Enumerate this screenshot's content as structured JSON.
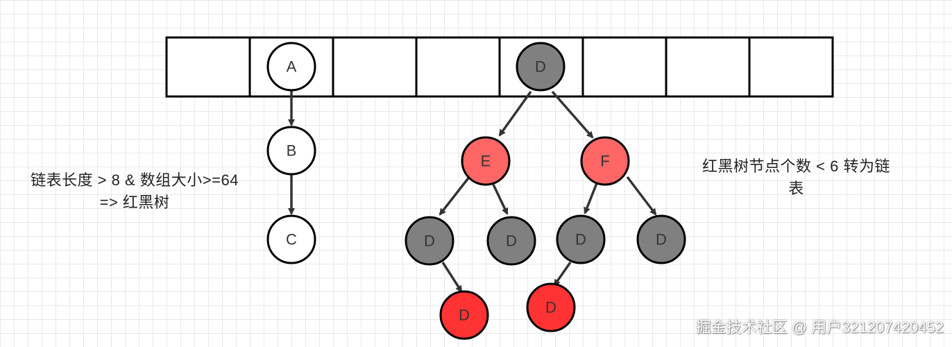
{
  "colors": {
    "black_node": "#808080",
    "red_node_light": "#ff6666",
    "red_node_dark": "#ff3333",
    "white_node": "#ffffff",
    "stroke": "#000000",
    "edge": "#333333"
  },
  "nodes": {
    "a": {
      "label": "A",
      "color": "white"
    },
    "b": {
      "label": "B",
      "color": "white"
    },
    "c": {
      "label": "C",
      "color": "white"
    },
    "root": {
      "label": "D",
      "color": "black"
    },
    "e": {
      "label": "E",
      "color": "red"
    },
    "f": {
      "label": "F",
      "color": "red"
    },
    "e_left": {
      "label": "D",
      "color": "black"
    },
    "e_right": {
      "label": "D",
      "color": "black"
    },
    "f_left": {
      "label": "D",
      "color": "black"
    },
    "f_right": {
      "label": "D",
      "color": "black"
    },
    "e_left_child": {
      "label": "D",
      "color": "red"
    },
    "f_left_child": {
      "label": "D",
      "color": "red"
    }
  },
  "notes": {
    "left_line1": "链表长度 > 8 & 数组大小>=64",
    "left_line2": "=> 红黑树",
    "right_line1": "红黑树节点个数 < 6 转为链",
    "right_line2": "表"
  },
  "watermark": "掘金技术社区 @ 用户321207420452"
}
